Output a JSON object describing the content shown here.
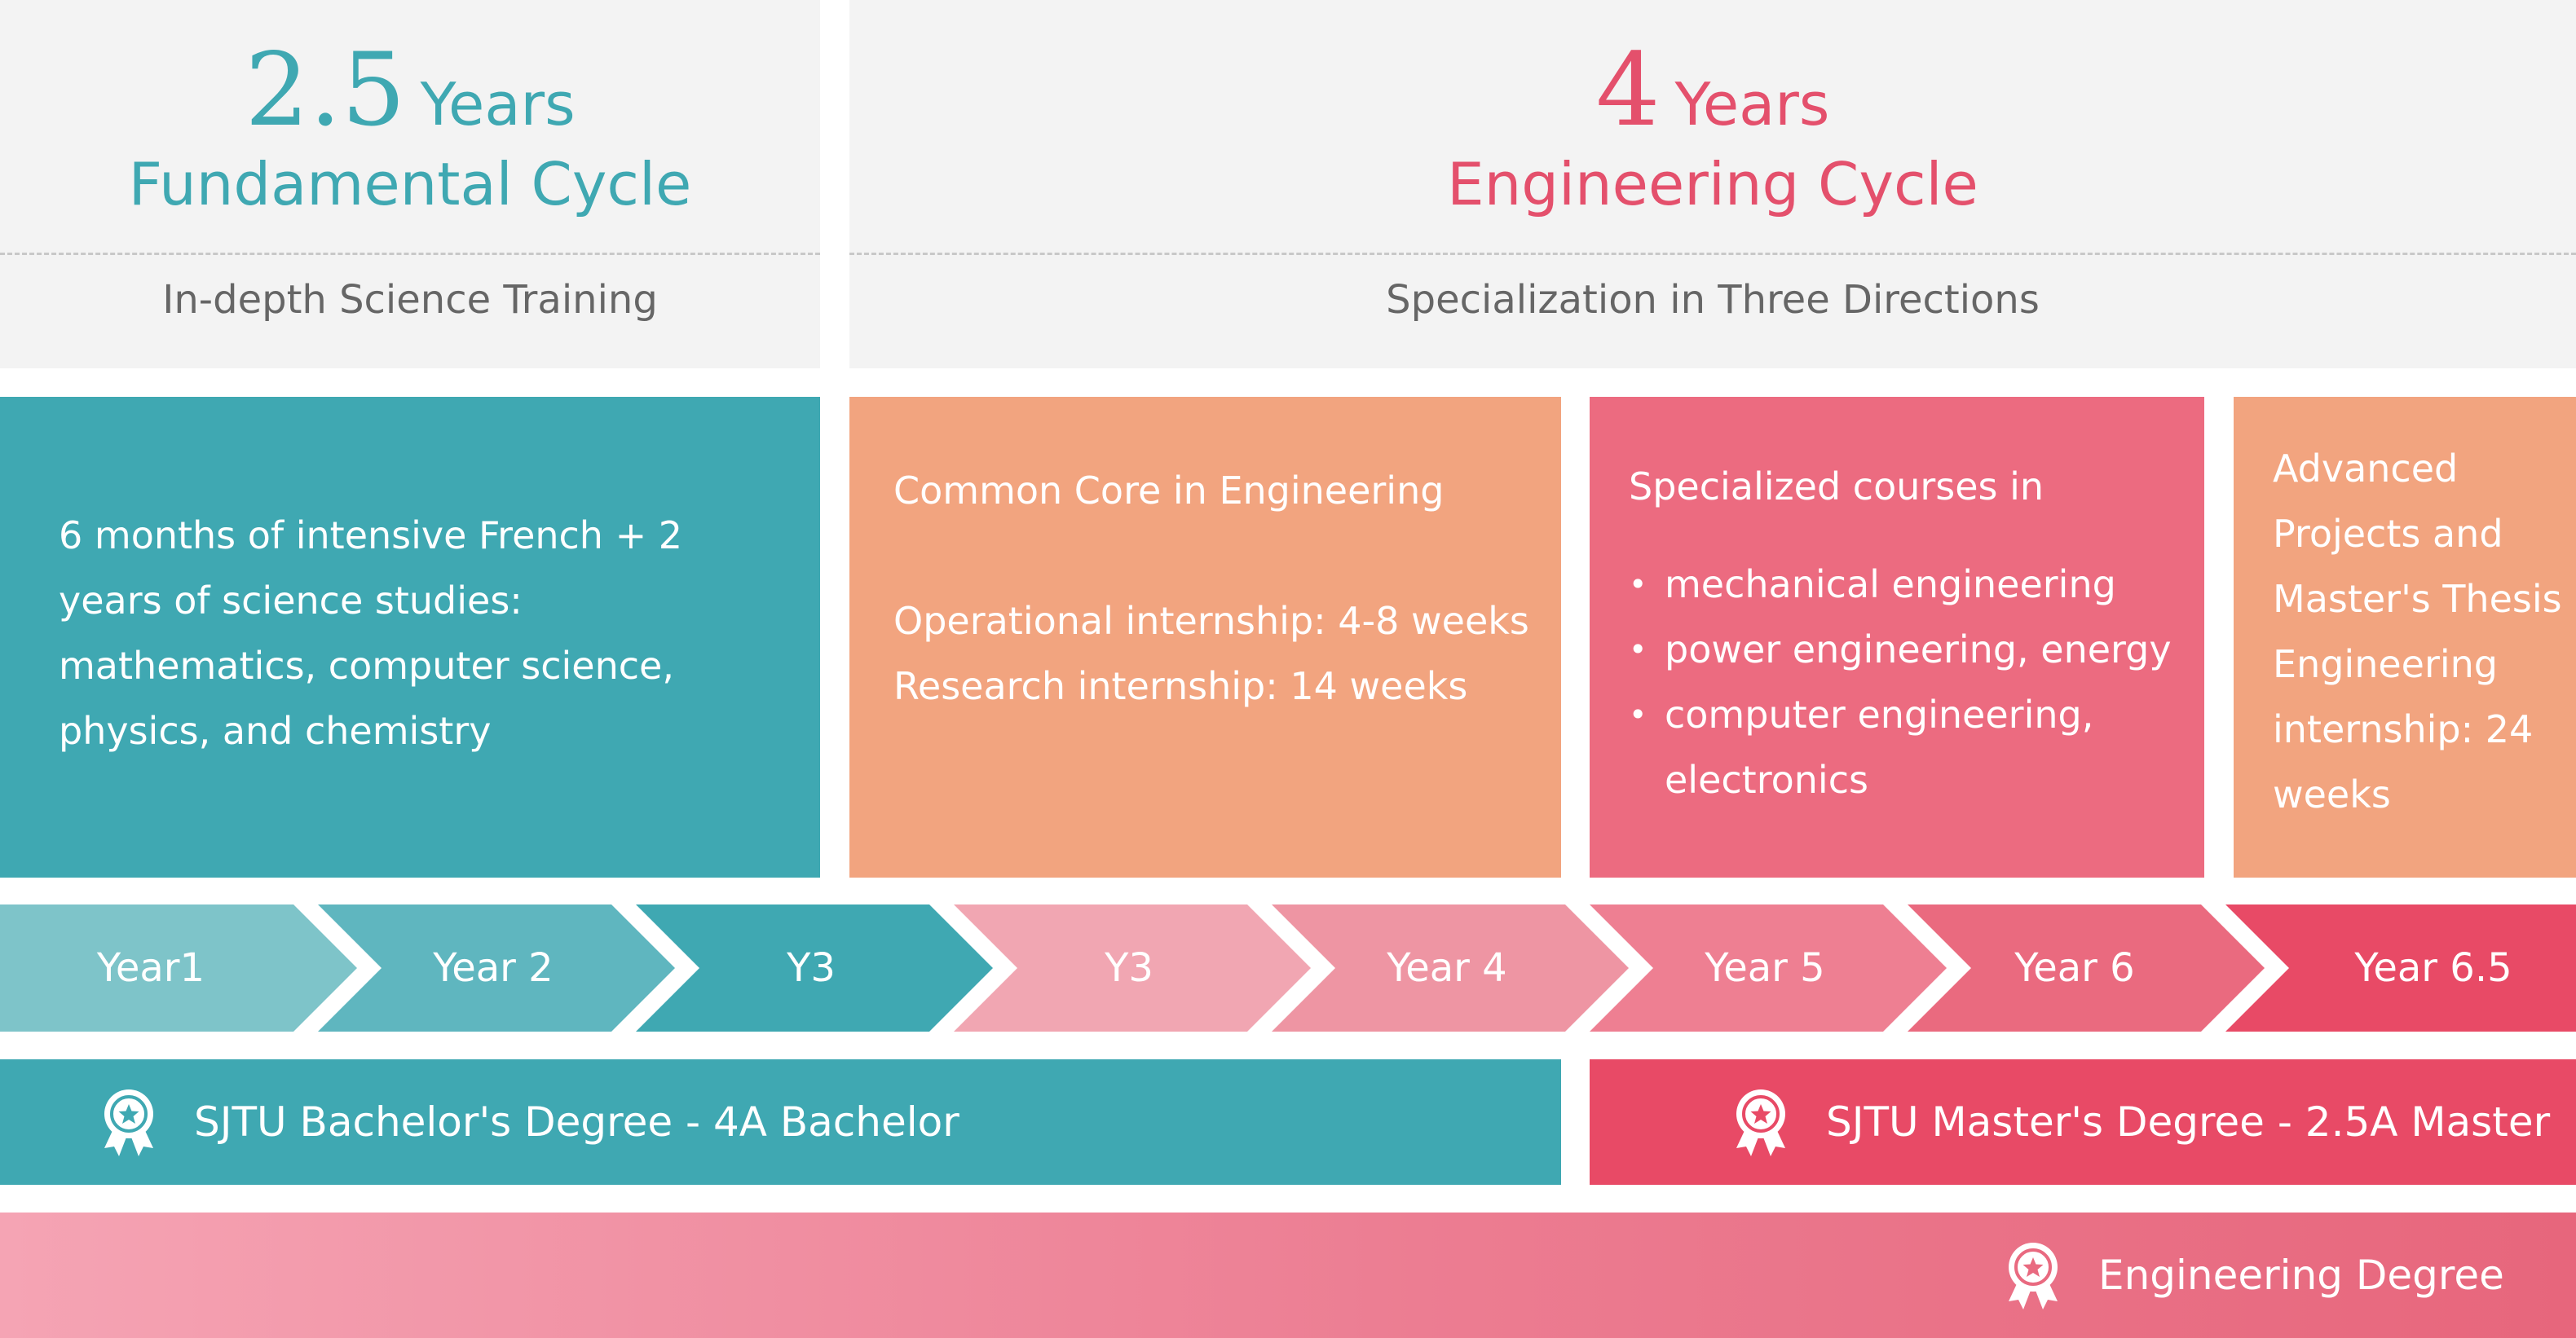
{
  "fundamental": {
    "number": "2.5",
    "unit": "Years",
    "title": "Fundamental Cycle",
    "subtitle": "In-depth Science Training",
    "color": "#3fa8b2"
  },
  "engineering": {
    "number": "4",
    "unit": "Years",
    "title": "Engineering Cycle",
    "subtitle": "Specialization in Three Directions",
    "color": "#e4506c"
  },
  "blocks": {
    "science": {
      "text": "6 months of intensive French + 2 years of science studies: mathematics, computer science, physics, and chemistry"
    },
    "core": {
      "title": "Common Core in Engineering",
      "line1": "Operational internship: 4-8 weeks",
      "line2": "Research internship: 14 weeks"
    },
    "specialized": {
      "title": "Specialized courses in",
      "items": [
        "mechanical engineering",
        "power engineering, energy",
        "computer engineering, electronics"
      ]
    },
    "advanced": {
      "text": "Advanced Projects and Master's Thesis Engineering internship: 24 weeks"
    }
  },
  "years": [
    "Year1",
    "Year 2",
    "Y3",
    "Y3",
    "Year 4",
    "Year 5",
    "Year 6",
    "Year 6.5"
  ],
  "degrees": {
    "bachelor": "SJTU Bachelor's Degree - 4A Bachelor",
    "master": "SJTU Master's Degree - 2.5A Master",
    "engineering": "Engineering Degree"
  },
  "colors": {
    "teal": "#3fa8b2",
    "orange": "#f2a47f",
    "pink": "#ec6b80",
    "red": "#e84a66",
    "header_bg": "#f3f3f3"
  }
}
